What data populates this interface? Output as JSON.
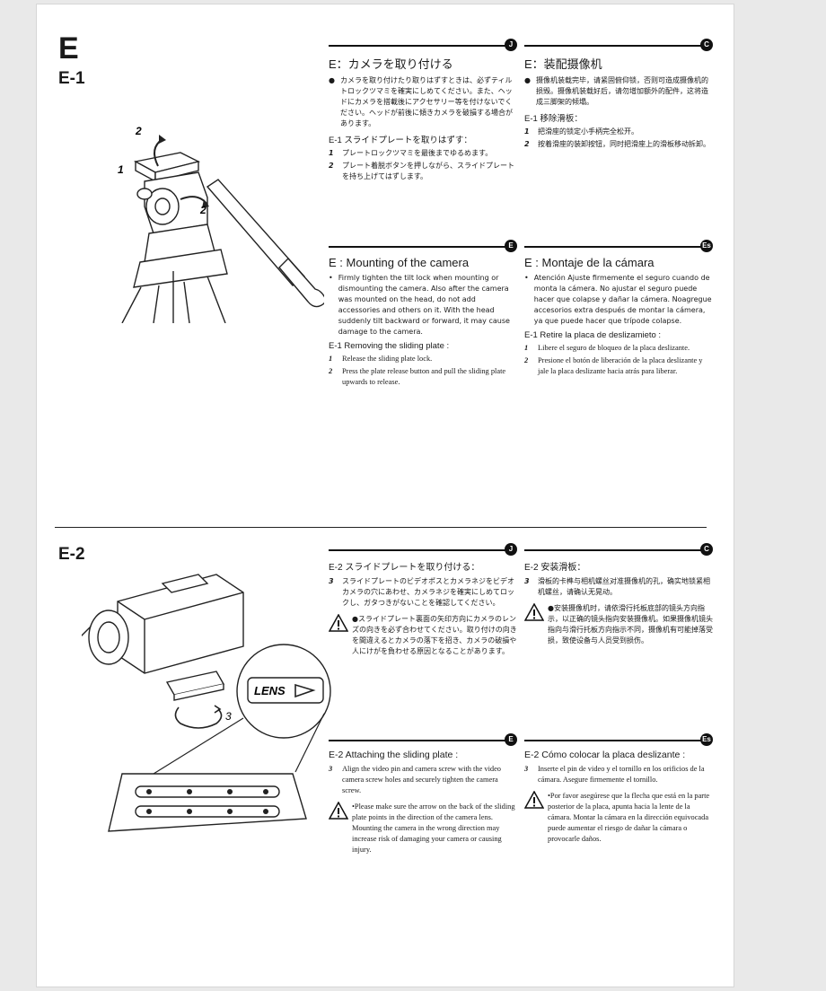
{
  "section": {
    "letter": "E",
    "e1_label": "E-1",
    "e2_label": "E-2"
  },
  "figure1": {
    "callouts": [
      "2",
      "1",
      "2"
    ]
  },
  "figure2": {
    "lens_label": "LENS",
    "step_number": "3"
  },
  "e1": {
    "ja": {
      "badge": "J",
      "title": "E：カメラを取り付ける",
      "bullet": "カメラを取り付けたり取りはずすときは、必ずティルトロックツマミを確実にしめてください。また、ヘッドにカメラを搭載後にアクセサリー等を付けないでください。ヘッドが前後に傾きカメラを破損する場合があります。",
      "subtitle": "E-1 スライドプレートを取りはずす：",
      "steps": [
        {
          "n": "1",
          "text": "プレートロックツマミを最後までゆるめます。"
        },
        {
          "n": "2",
          "text": "プレート着脱ボタンを押しながら、スライドプレートを持ち上げてはずします。"
        }
      ]
    },
    "zh": {
      "badge": "C",
      "title": "E：装配摄像机",
      "bullet": "摄像机装载完毕，请紧固俯仰锁，否则可造成摄像机的损毁。摄像机装载好后，请勿增加额外的配件，这将造成三脚架的倾塌。",
      "subtitle": "E-1 移除滑板：",
      "steps": [
        {
          "n": "1",
          "text": "把滑座的锁定小手柄完全松开。"
        },
        {
          "n": "2",
          "text": "按着滑座的装卸按钮，同时把滑座上的滑板移动拆卸。"
        }
      ]
    },
    "en": {
      "badge": "E",
      "title": "E : Mounting of the camera",
      "bullet": "Firmly tighten the tilt lock when mounting or dismounting the camera. Also after the camera was mounted on the head, do not add accessories and others on it. With the head suddenly tilt backward or forward, it may cause damage to the camera.",
      "subtitle": "E-1 Removing the sliding plate :",
      "steps": [
        {
          "n": "1",
          "text": "Release the sliding plate lock."
        },
        {
          "n": "2",
          "text": "Press the plate release button and pull the sliding plate upwards to release."
        }
      ]
    },
    "es": {
      "badge": "Es",
      "title": "E : Montaje de la cámara",
      "bullet": "Atención Ajuste firmemente el seguro cuando de monta la cámera. No ajustar el seguro puede hacer que colapse y dañar la cámera. Noagregue accesorios extra después de montar la cámera, ya que puede hacer que trípode colapse.",
      "subtitle": "E-1 Retire la placa de deslizamieto :",
      "steps": [
        {
          "n": "1",
          "text": "Libere el seguro de bloqueo de la placa deslizante."
        },
        {
          "n": "2",
          "text": "Presione el botón de liberación de la placa deslizante y jale la placa deslizante hacia atrás para liberar."
        }
      ]
    }
  },
  "e2": {
    "ja": {
      "badge": "J",
      "title": "E-2 スライドプレートを取り付ける：",
      "steps": [
        {
          "n": "3",
          "text": "スライドプレートのビデオポスとカメラネジをビデオカメラの穴にあわせ、カメラネジを確実にしめてロックし、ガタつきがないことを確認してください。"
        }
      ],
      "warning": "●スライドプレート裏面の矢印方向にカメラのレンズの向きを必ず合わせてください。取り付けの向きを間違えるとカメラの落下を招き、カメラの破損や人にけがを負わせる原因となることがあります。"
    },
    "zh": {
      "badge": "C",
      "title": "E-2 安装滑板：",
      "steps": [
        {
          "n": "3",
          "text": "滑板的卡榫与相机螺丝对准摄像机的孔，确实地锁紧相机螺丝，请确认无晃动。"
        }
      ],
      "warning": "●安装摄像机时，请依滑行托板底部的镜头方向指示，以正确的镜头指向安装摄像机。如果摄像机镜头指向与滑行托板方向指示不同，摄像机有可能掉落受损，致使设备与人员受到损伤。"
    },
    "en": {
      "badge": "E",
      "title": "E-2 Attaching the sliding plate :",
      "steps": [
        {
          "n": "3",
          "text": "Align the video pin and camera screw with the video camera screw holes and securely tighten the camera screw."
        }
      ],
      "warning": "•Please make sure the arrow on the back of the sliding plate points in the direction of the camera lens. Mounting the camera in the wrong direction may increase risk of damaging your camera or causing injury."
    },
    "es": {
      "badge": "Es",
      "title": "E-2 Cómo colocar la placa deslizante :",
      "steps": [
        {
          "n": "3",
          "text": "Inserte el pin de video y el tornillo en los orificios de la cámara. Asegure firmemente el tornillo."
        }
      ],
      "warning": "•Por favor asegúrese que la flecha que está en la parte posterior de la placa, apunta hacia la lente de la cámara. Montar la cámara en la dirección equivocada puede aumentar el riesgo de dañar la cámara o provocarle daños."
    }
  }
}
